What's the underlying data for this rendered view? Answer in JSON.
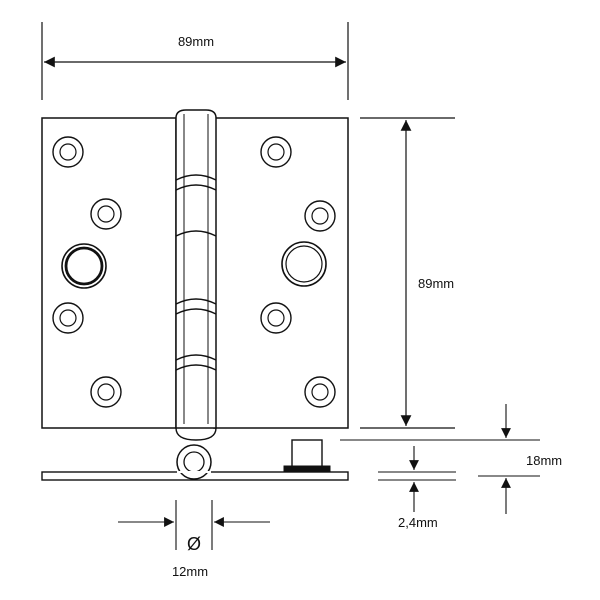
{
  "dimensions": {
    "width_label": "89mm",
    "height_label": "89mm",
    "knuckle_height_label": "18mm",
    "plate_thickness_label": "2,4mm",
    "pin_diameter_symbol": "Ø",
    "pin_diameter_label": "12mm"
  },
  "colors": {
    "stroke": "#111111",
    "background": "#ffffff"
  }
}
